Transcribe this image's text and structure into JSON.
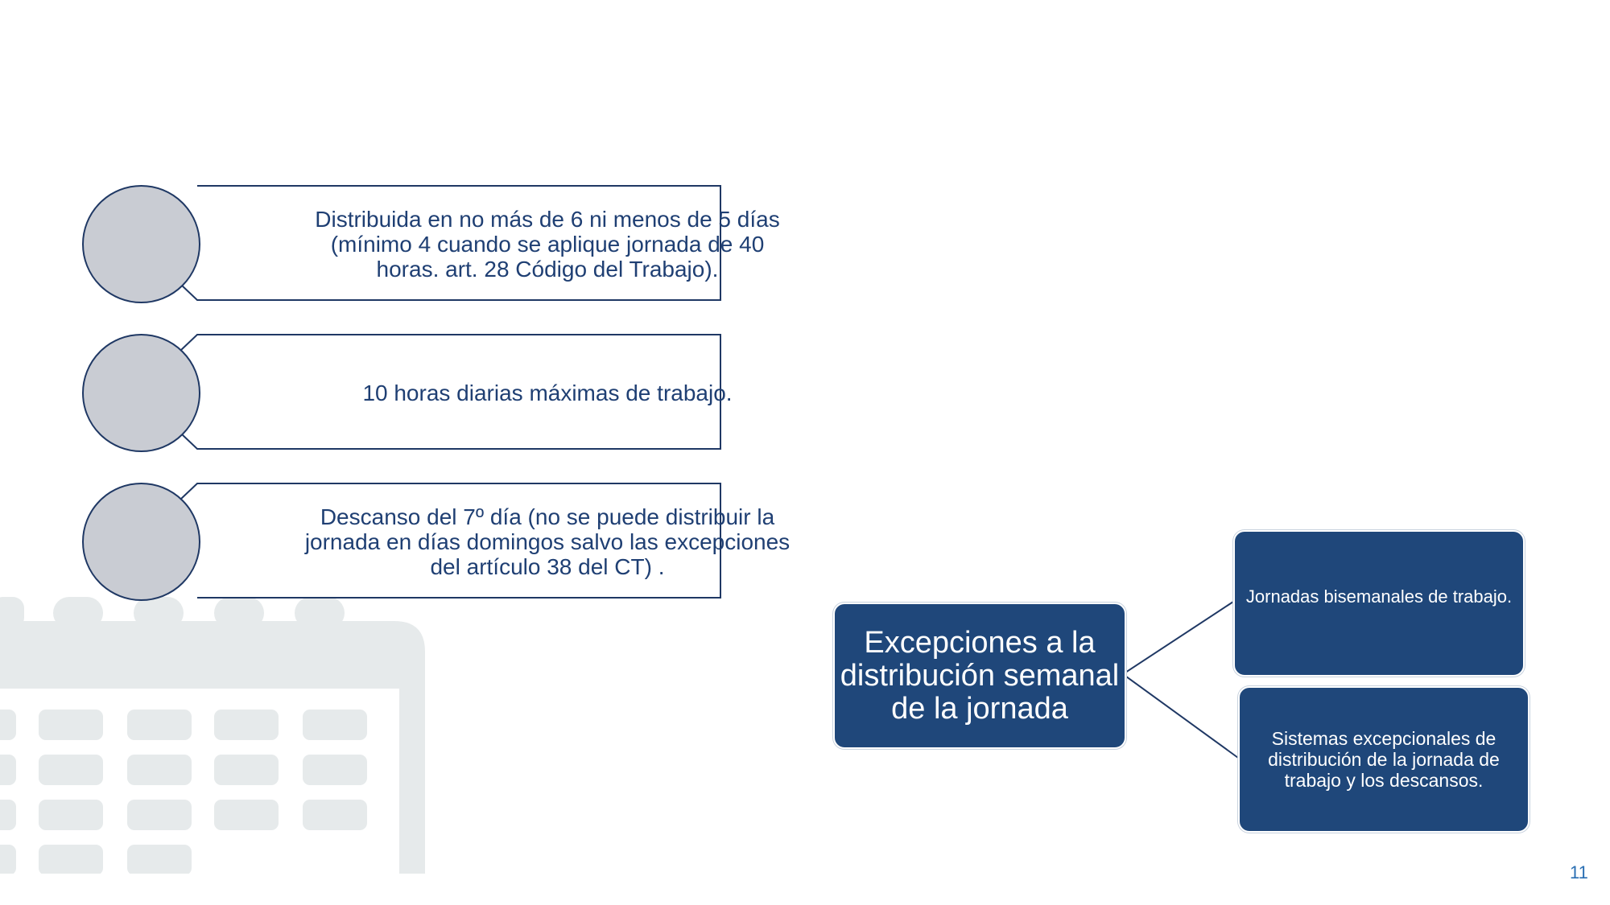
{
  "list": {
    "items": [
      {
        "text": "Distribuida en no más de 6 ni menos de 5 días (mínimo 4 cuando se aplique jornada de 40 horas. art. 28 Código del Trabajo)."
      },
      {
        "text": "10 horas diarias máximas de trabajo."
      },
      {
        "text": "Descanso del 7º día (no se puede distribuir la jornada en días domingos salvo las excepciones del artículo 38 del CT) ."
      }
    ]
  },
  "diagram": {
    "main": "Excepciones a la distribución semanal de la jornada",
    "children": [
      "Jornadas bisemanales de trabajo.",
      "Sistemas excepcionales de distribución de la jornada de trabajo y los descansos."
    ]
  },
  "page_number": "11",
  "colors": {
    "navy": "#1f3864",
    "box_fill": "#1f477a",
    "circle_fill": "#c9ccd3",
    "watermark": "#e6eaeb",
    "page_number": "#2a6fb3"
  },
  "icons": [
    "calendar-icon"
  ]
}
